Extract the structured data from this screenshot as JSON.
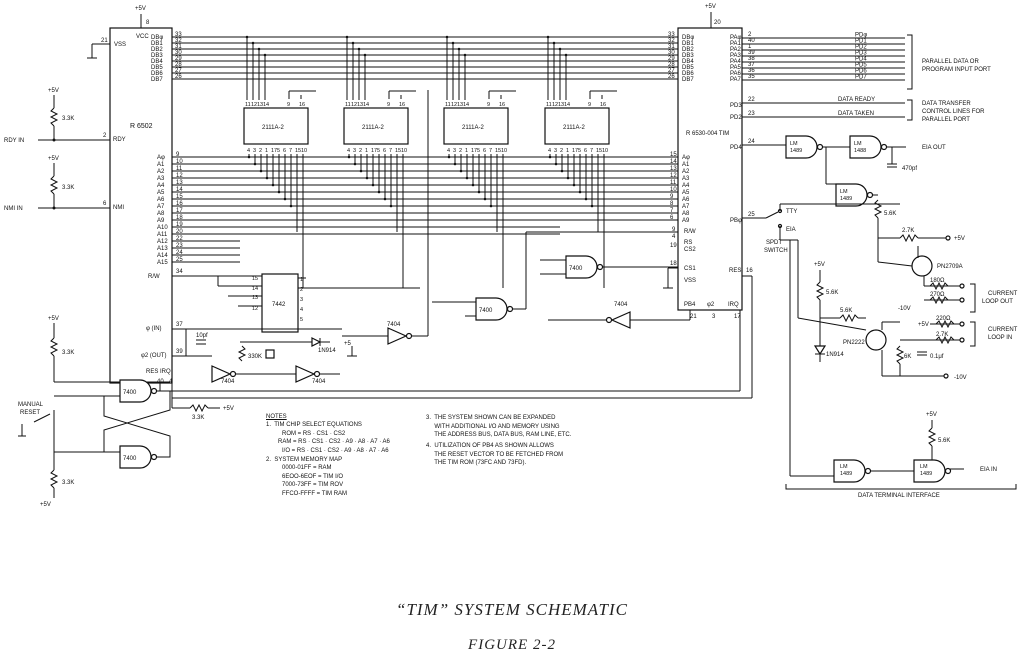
{
  "caption": {
    "title": "“TIM” SYSTEM SCHEMATIC",
    "figure": "FIGURE 2-2"
  },
  "power": {
    "vcc": "+5V",
    "vss": "VSS",
    "vcc_label": "VCC",
    "plus5": "+5V",
    "minus10": "-10V",
    "plus_v": "+5V"
  },
  "cpu": {
    "name": "R 6502",
    "pins_left": [
      "RDY",
      "NMI"
    ],
    "pin_numbers_left": [
      "21",
      "2",
      "6"
    ],
    "data_pins": [
      "DBφ",
      "DB1",
      "DB2",
      "DB3",
      "DB4",
      "DB5",
      "DB6",
      "DB7"
    ],
    "data_pin_numbers": [
      "33",
      "32",
      "31",
      "30",
      "29",
      "28",
      "27",
      "26"
    ],
    "addr_pins": [
      "Aφ",
      "A1",
      "A2",
      "A3",
      "A4",
      "A5",
      "A6",
      "A7",
      "A8",
      "A9",
      "A10",
      "A11",
      "A12",
      "A13",
      "A14",
      "A15"
    ],
    "addr_pin_numbers": [
      "9",
      "10",
      "11",
      "12",
      "13",
      "14",
      "15",
      "16",
      "17",
      "18",
      "19",
      "20",
      "22",
      "23",
      "24",
      "25"
    ],
    "rw": "R/W",
    "rw_pin": "34",
    "phi_in": "φ (IN)",
    "phi_in_pin": "37",
    "phi2_out": "φ2 (OUT)",
    "phi2_pin": "39",
    "res": "RES",
    "irq": "IRQ",
    "res_pin": "40",
    "irq_pin": "4",
    "vcc_pin": "8"
  },
  "tim": {
    "name": "R 6530-004 TIM",
    "vcc_pin": "20",
    "data_pins": [
      "DBφ",
      "DB1",
      "DB2",
      "DB3",
      "DB4",
      "DB5",
      "DB6",
      "DB7"
    ],
    "data_pin_numbers": [
      "33",
      "32",
      "31",
      "30",
      "29",
      "28",
      "27",
      "26"
    ],
    "addr_pins": [
      "Aφ",
      "A1",
      "A2",
      "A3",
      "A4",
      "A5",
      "A6",
      "A7",
      "A8",
      "A9"
    ],
    "addr_pin_numbers": [
      "15",
      "14",
      "13",
      "12",
      "11",
      "10",
      "9",
      "8",
      "7",
      "6"
    ],
    "rw": "R/W",
    "rw_pin": "9",
    "rs": "RS",
    "rs_pin": "4",
    "cs2": "CS2",
    "cs2_pin": "19",
    "cs1": "CS1",
    "cs1_pin": "18",
    "vss": "VSS",
    "pb4": "PB4",
    "phi2": "φ2",
    "irq": "IRQ",
    "bottom_pins": [
      "21",
      "3",
      "17"
    ],
    "res": "RES",
    "res_pin": "16",
    "pa_pins": [
      "PAφ",
      "PA1",
      "PA2",
      "PA3",
      "PA4",
      "PA5",
      "PA6",
      "PA7"
    ],
    "pa_pin_numbers": [
      "2",
      "40",
      "1",
      "39",
      "38",
      "37",
      "36",
      "35"
    ],
    "pd_lines": [
      "PDφ",
      "PD1",
      "PD2",
      "PD3",
      "PD4",
      "PD5",
      "PD6",
      "PD7"
    ],
    "pd3": "PD3",
    "pd2": "PD2",
    "pd4": "PD4",
    "pbphi": "PBφ",
    "pin_22": "22",
    "pin_23": "23",
    "pin_24": "24",
    "pin_25": "25",
    "data_ready": "DATA READY",
    "data_taken": "DATA TAKEN",
    "parallel_port": "PARALLEL DATA OR\nPROGRAM INPUT PORT",
    "handshake": "DATA TRANSFER\nCONTROL LINES FOR\nPARALLEL PORT"
  },
  "rams": [
    {
      "name": "2111A-2",
      "top": [
        "11",
        "12",
        "13",
        "14",
        "9",
        "16"
      ],
      "bottom": [
        "4",
        "3",
        "2",
        "1",
        "17",
        "5",
        "6",
        "7",
        "15",
        "10"
      ]
    },
    {
      "name": "2111A-2",
      "top": [
        "11",
        "12",
        "13",
        "14",
        "9",
        "16"
      ],
      "bottom": [
        "4",
        "3",
        "2",
        "1",
        "17",
        "5",
        "6",
        "7",
        "15",
        "10"
      ]
    },
    {
      "name": "2111A-2",
      "top": [
        "11",
        "12",
        "13",
        "14",
        "9",
        "16"
      ],
      "bottom": [
        "4",
        "3",
        "2",
        "1",
        "17",
        "5",
        "6",
        "7",
        "15",
        "10"
      ]
    },
    {
      "name": "2111A-2",
      "top": [
        "11",
        "12",
        "13",
        "14",
        "9",
        "16"
      ],
      "bottom": [
        "4",
        "3",
        "2",
        "1",
        "17",
        "5",
        "6",
        "7",
        "15",
        "10"
      ]
    }
  ],
  "decoder": {
    "name": "7442",
    "in_pins": [
      "15",
      "14",
      "13",
      "12"
    ],
    "out_pins": [
      "1",
      "2",
      "3",
      "4",
      "5"
    ]
  },
  "gates": {
    "g7400_a": "7400",
    "g7400_b": "7400",
    "g7400_c": "7400",
    "g7400_d": "7400",
    "g7404_a": "7404",
    "g7404_b": "7404",
    "g7404_c": "7404",
    "g7404_d": "7404"
  },
  "clock": {
    "cap": "10pf",
    "res": "330K",
    "diode": "1N914",
    "plus5": "+5"
  },
  "rdy": {
    "label": "RDY IN",
    "res": "3.3K",
    "vcc": "+5V"
  },
  "nmi": {
    "label": "NMI IN",
    "res": "3.3K",
    "vcc": "+5V"
  },
  "reset": {
    "label": "MANUAL\nRESET",
    "res_top": "3.3K",
    "res_bottom": "3.3K",
    "vcc_top": "+5V",
    "vcc_bottom": "+5V",
    "res_irq": "3.3K",
    "vcc_irq": "+5V"
  },
  "eia": {
    "lm1489_a": "LM\n1489",
    "lm1488": "LM\n1488",
    "lm1489_b": "LM\n1489",
    "lm1489_c": "LM\n1489",
    "lm1489_d": "LM\n1489",
    "cap": "470pf",
    "eia_out": "EIA OUT",
    "eia_in": "EIA IN",
    "tty": "TTY",
    "eia": "EIA",
    "switch": "SPDT\nSWITCH",
    "r56k_a": "5.6K",
    "r27k_a": "2.7K",
    "plus5_a": "+5V",
    "transistor_a": "PN2709A",
    "r180": "180Ω",
    "r270": "270Ω",
    "minus10_a": "-10V",
    "loop_out": "CURRENT\nLOOP OUT",
    "r56k_b": "5.6K",
    "r56k_c": "5.6K",
    "plus5_b": "+5V",
    "r220": "220Ω",
    "r27k_b": "2.7K",
    "plus5_c": "+5V",
    "loop_in": "CURRENT\nLOOP IN",
    "transistor_b": "PN2222",
    "diode": "1N914",
    "r6k": "6K",
    "cap_b": "0.1μf",
    "minus10_b": "-10V",
    "plus5_d": "+5V",
    "r56k_d": "5.6K",
    "interface": "DATA TERMINAL INTERFACE"
  },
  "notes": {
    "title": "NOTES",
    "n1": "1.  TIM CHIP SELECT EQUATIONS",
    "n1a": "ROM = RS · CS1 · CS2",
    "n1b": "RAM = RS · CS1 · CS2 · A9 · A8 · A7 · A6",
    "n1c": "I/O = RS · CS1 · CS2 · A9 · A8 · A7 · A6",
    "n2": "2.  SYSTEM MEMORY MAP",
    "n2a": "0000-01FF = RAM",
    "n2b": "6EOO-6EOF = TIM I/O",
    "n2c": "7000-73FF = TIM ROV",
    "n2d": "FFCO-FFFF = TIM RAM",
    "n3": "3.  THE SYSTEM SHOWN CAN BE EXPANDED\n     WITH ADDITIONAL I/O AND MEMORY USING\n     THE ADDRESS BUS, DATA BUS, RAM LINE, ETC.",
    "n4": "4.  UTILIZATION OF PB4 AS SHOWN ALLOWS\n     THE RESET VECTOR TO BE FETCHED FROM\n     THE TIM ROM (73FC AND 73FD)."
  }
}
